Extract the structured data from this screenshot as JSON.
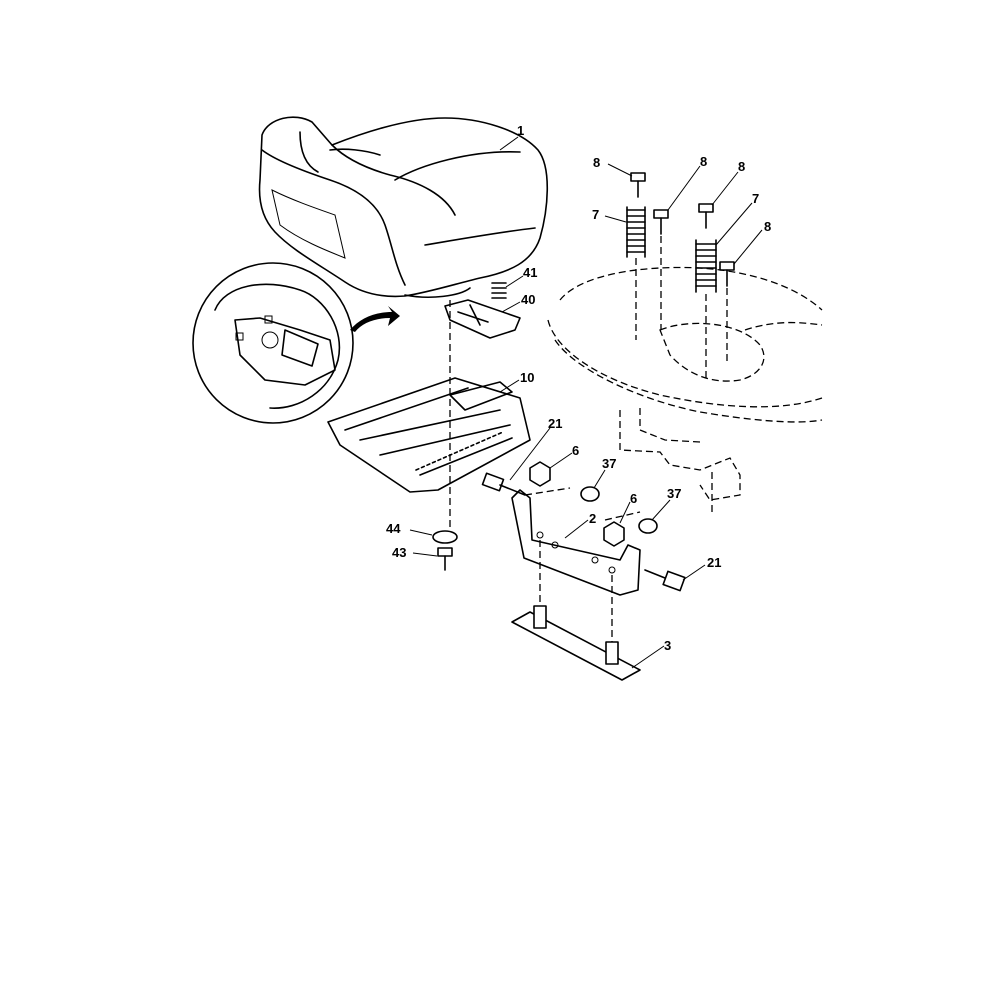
{
  "diagram": {
    "callouts": [
      {
        "id": "c1",
        "text": "1"
      },
      {
        "id": "c8a",
        "text": "8"
      },
      {
        "id": "c8b",
        "text": "8"
      },
      {
        "id": "c8c",
        "text": "8"
      },
      {
        "id": "c7a",
        "text": "7"
      },
      {
        "id": "c7b",
        "text": "7"
      },
      {
        "id": "c8d",
        "text": "8"
      },
      {
        "id": "c41",
        "text": "41"
      },
      {
        "id": "c40",
        "text": "40"
      },
      {
        "id": "c10",
        "text": "10"
      },
      {
        "id": "c21a",
        "text": "21"
      },
      {
        "id": "c6a",
        "text": "6"
      },
      {
        "id": "c37a",
        "text": "37"
      },
      {
        "id": "c6b",
        "text": "6"
      },
      {
        "id": "c37b",
        "text": "37"
      },
      {
        "id": "c2",
        "text": "2"
      },
      {
        "id": "c21b",
        "text": "21"
      },
      {
        "id": "c44",
        "text": "44"
      },
      {
        "id": "c43",
        "text": "43"
      },
      {
        "id": "c3",
        "text": "3"
      }
    ]
  }
}
